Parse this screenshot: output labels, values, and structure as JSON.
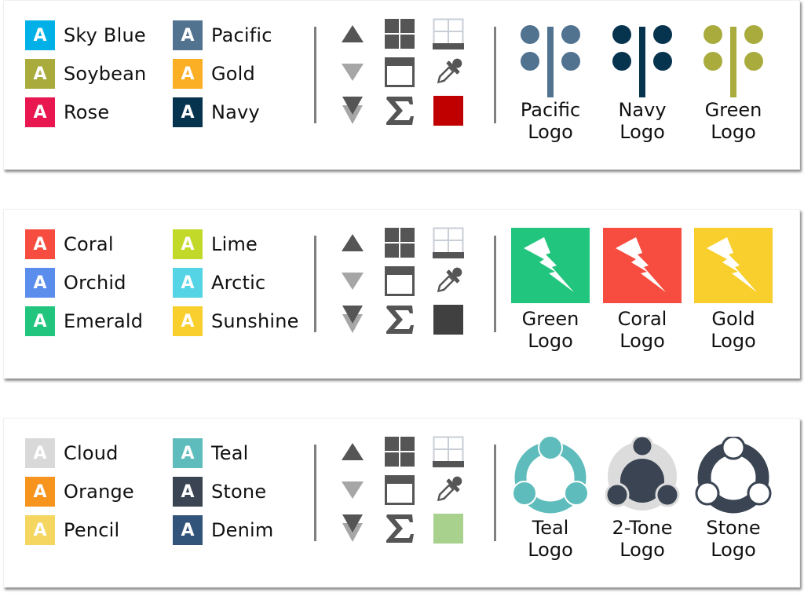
{
  "panels": [
    {
      "name": "panel-theme-1",
      "swatches_col1": [
        {
          "letter": "A",
          "label": "Sky Blue",
          "color": "#00b0e6"
        },
        {
          "letter": "A",
          "label": "Soybean",
          "color": "#a9ac3d"
        },
        {
          "letter": "A",
          "label": "Rose",
          "color": "#e8174f"
        }
      ],
      "swatches_col2": [
        {
          "letter": "A",
          "label": "Pacific",
          "color": "#517390"
        },
        {
          "letter": "A",
          "label": "Gold",
          "color": "#fbaf24"
        },
        {
          "letter": "A",
          "label": "Navy",
          "color": "#06334d"
        }
      ],
      "fill_color": "#c00000",
      "logos": [
        {
          "line1": "Pacific",
          "line2": "Logo",
          "color": "#517390",
          "style": "dots"
        },
        {
          "line1": "Navy",
          "line2": "Logo",
          "color": "#06334d",
          "style": "dots"
        },
        {
          "line1": "Green",
          "line2": "Logo",
          "color": "#a9ac3d",
          "style": "dots"
        }
      ]
    },
    {
      "name": "panel-theme-2",
      "swatches_col1": [
        {
          "letter": "A",
          "label": "Coral",
          "color": "#f74d41"
        },
        {
          "letter": "A",
          "label": "Orchid",
          "color": "#5b8ded"
        },
        {
          "letter": "A",
          "label": "Emerald",
          "color": "#22c57d"
        }
      ],
      "swatches_col2": [
        {
          "letter": "A",
          "label": "Lime",
          "color": "#c3d92a"
        },
        {
          "letter": "A",
          "label": "Arctic",
          "color": "#54d4e4"
        },
        {
          "letter": "A",
          "label": "Sunshine",
          "color": "#f8cf2d"
        }
      ],
      "fill_color": "#404040",
      "logos": [
        {
          "line1": "Green",
          "line2": "Logo",
          "color": "#22c57d",
          "style": "bolt"
        },
        {
          "line1": "Coral",
          "line2": "Logo",
          "color": "#f74d41",
          "style": "bolt"
        },
        {
          "line1": "Gold",
          "line2": "Logo",
          "color": "#f8cf2d",
          "style": "bolt"
        }
      ]
    },
    {
      "name": "panel-theme-3",
      "swatches_col1": [
        {
          "letter": "A",
          "label": "Cloud",
          "color": "#d9d9d9"
        },
        {
          "letter": "A",
          "label": "Orange",
          "color": "#f7941d"
        },
        {
          "letter": "A",
          "label": "Pencil",
          "color": "#f4d660"
        }
      ],
      "swatches_col2": [
        {
          "letter": "A",
          "label": "Teal",
          "color": "#5fbcbc"
        },
        {
          "letter": "A",
          "label": "Stone",
          "color": "#3a4453"
        },
        {
          "letter": "A",
          "label": "Denim",
          "color": "#33547a"
        }
      ],
      "fill_color": "#a8d18d",
      "logos": [
        {
          "line1": "Teal",
          "line2": "Logo",
          "color": "#5fbcbc",
          "style": "ring-solid"
        },
        {
          "line1": "2-Tone",
          "line2": "Logo",
          "color": "#3a4453",
          "style": "two-tone"
        },
        {
          "line1": "Stone",
          "line2": "Logo",
          "color": "#3a4453",
          "style": "ring-hollow"
        }
      ]
    }
  ],
  "tools": {
    "move_up": "move-up-icon",
    "move_down": "move-down-icon",
    "move_to_bottom": "move-to-bottom-icon",
    "grid_filled": "grid-filled-icon",
    "window": "window-icon",
    "sum": "sigma-icon",
    "grid_outline": "table-grid-icon",
    "eyedropper": "eyedropper-icon",
    "fill": "fill-color-swatch"
  },
  "icon_colors": {
    "dark": "#555555",
    "light": "#a6a6a6",
    "grid_line": "#c8ced6"
  }
}
